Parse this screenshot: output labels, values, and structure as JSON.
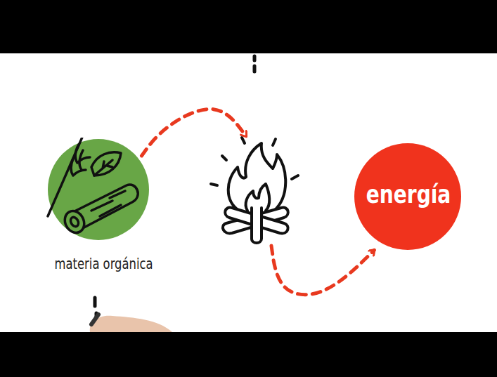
{
  "diagram": {
    "nodes": [
      {
        "text": [
          "materia orgánica"
        ]
      },
      {
        "text": [
          "energía"
        ]
      }
    ],
    "edges": [
      {
        "from": 0,
        "to": 1,
        "arrow": "to"
      }
    ]
  }
}
